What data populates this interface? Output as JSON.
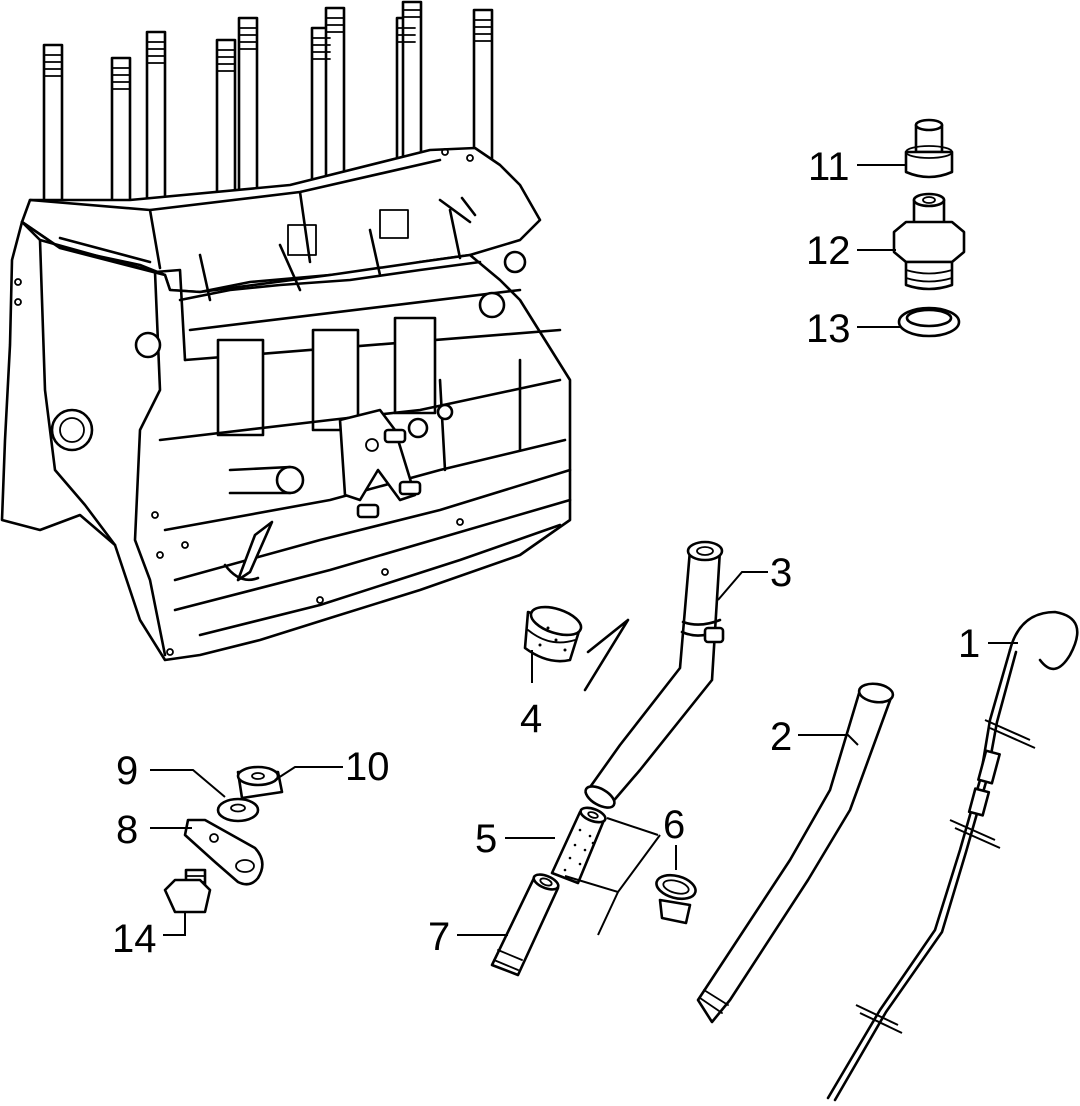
{
  "callouts": [
    {
      "id": "c1",
      "label": "1"
    },
    {
      "id": "c2",
      "label": "2"
    },
    {
      "id": "c3",
      "label": "3"
    },
    {
      "id": "c4",
      "label": "4"
    },
    {
      "id": "c5",
      "label": "5"
    },
    {
      "id": "c6",
      "label": "6"
    },
    {
      "id": "c7",
      "label": "7"
    },
    {
      "id": "c8",
      "label": "8"
    },
    {
      "id": "c9",
      "label": "9"
    },
    {
      "id": "c10",
      "label": "10"
    },
    {
      "id": "c11",
      "label": "11"
    },
    {
      "id": "c12",
      "label": "12"
    },
    {
      "id": "c13",
      "label": "13"
    },
    {
      "id": "c14",
      "label": "14"
    }
  ],
  "colors": {
    "line": "#000000",
    "background": "#ffffff"
  }
}
